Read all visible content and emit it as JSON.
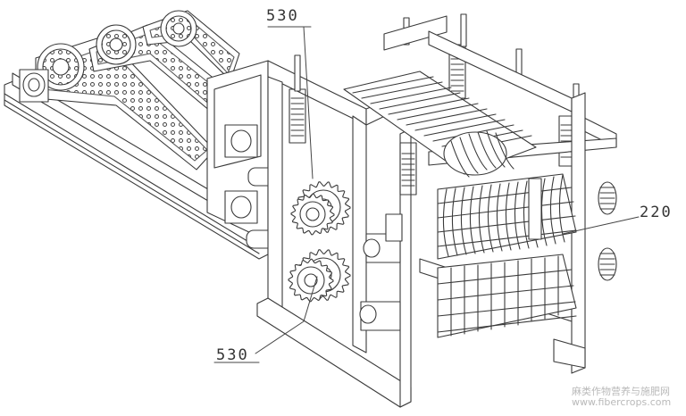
{
  "labels": {
    "top_gear": "530",
    "bottom_gear": "530",
    "roller": "220"
  },
  "watermark": {
    "line1": "麻类作物营养与施肥网",
    "line2": "www.fibercrops.com"
  }
}
